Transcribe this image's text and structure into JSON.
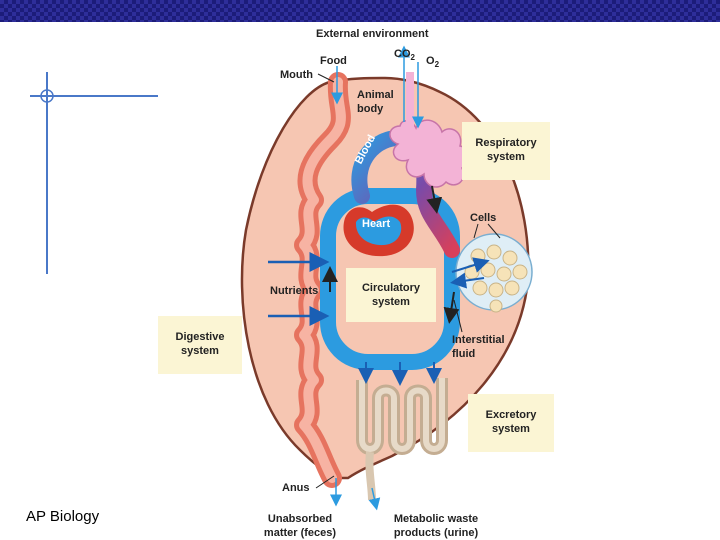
{
  "slide": {
    "footer": "AP Biology"
  },
  "diagram": {
    "external_environment": "External environment",
    "food": "Food",
    "co2": "CO",
    "co2_sub": "2",
    "o2": "O",
    "o2_sub": "2",
    "mouth": "Mouth",
    "animal_body_line1": "Animal",
    "animal_body_line2": "body",
    "respiratory_line1": "Respiratory",
    "respiratory_line2": "system",
    "blood": "Blood",
    "heart": "Heart",
    "cells": "Cells",
    "circulatory_line1": "Circulatory",
    "circulatory_line2": "system",
    "nutrients": "Nutrients",
    "digestive_line1": "Digestive",
    "digestive_line2": "system",
    "interstitial_line1": "Interstitial",
    "interstitial_line2": "fluid",
    "excretory_line1": "Excretory",
    "excretory_line2": "system",
    "anus": "Anus",
    "unabsorbed_line1": "Unabsorbed",
    "unabsorbed_line2": "matter (feces)",
    "metabolic_line1": "Metabolic waste",
    "metabolic_line2": "products (urine)"
  },
  "colors": {
    "header_bar": "#1c1c7a",
    "body_fill": "#f6c6b2",
    "body_outline": "#7a3a2a",
    "circulation": "#2c9be0",
    "gut": "#f08a78",
    "kidney": "#d9c7b0",
    "lung": "#f3b3d6",
    "heart": "#d63a2a",
    "label_box": "#fbf5d4"
  }
}
